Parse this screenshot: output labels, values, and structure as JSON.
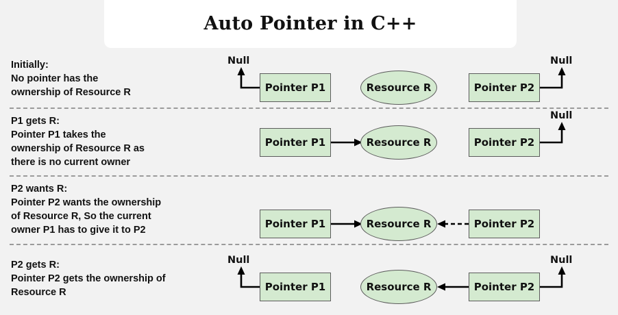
{
  "title": {
    "text": "Auto Pointer in C++"
  },
  "colors": {
    "background": "#f2f2f2",
    "title_card": "#ffffff",
    "node_fill": "#d4ead0",
    "node_stroke": "#5b5b5b",
    "arrow": "#000000",
    "separator": "#9a9a9a",
    "text": "#111111"
  },
  "labels": {
    "pointer_p1": "Pointer P1",
    "pointer_p2": "Pointer P2",
    "resource_r": "Resource R",
    "null": "Null"
  },
  "rows": [
    {
      "id": "initially",
      "heading": "Initially:",
      "description": "No pointer has the\nownership of Resource R",
      "text": "Initially:\nNo pointer has the\nownership of Resource R",
      "p1_target": "Null",
      "p2_target": "Null",
      "p1_null": "Null",
      "p2_null": "Null",
      "p1_arrow_style": "solid",
      "p2_arrow_style": "solid"
    },
    {
      "id": "p1-gets-r",
      "heading": "P1 gets R:",
      "description": "Pointer P1 takes the\nownership of Resource R as\nthere is no current owner",
      "text": "P1 gets R:\nPointer P1 takes the\nownership of Resource R as\nthere is no current owner",
      "p1_target": "Resource R",
      "p2_target": "Null",
      "p2_null": "Null",
      "p1_arrow_style": "solid",
      "p2_arrow_style": "solid"
    },
    {
      "id": "p2-wants-r",
      "heading": "P2 wants R:",
      "description": "Pointer P2 wants the ownership\nof Resource R, So the current\nowner P1 has to give it to P2",
      "text": "P2 wants R:\nPointer P2 wants the ownership\nof Resource R, So the current\nowner P1 has to give it to P2",
      "p1_target": "Resource R",
      "p2_target": "Resource R",
      "p1_arrow_style": "solid",
      "p2_arrow_style": "dashed"
    },
    {
      "id": "p2-gets-r",
      "heading": "P2 gets R:",
      "description": "Pointer P2 gets the ownership of\nResource R",
      "text": "P2 gets R:\nPointer P2 gets the ownership of\nResource R",
      "p1_target": "Null",
      "p2_target": "Resource R",
      "p1_null": "Null",
      "p2_null": "Null",
      "p1_arrow_style": "solid",
      "p2_arrow_style": "solid"
    }
  ]
}
